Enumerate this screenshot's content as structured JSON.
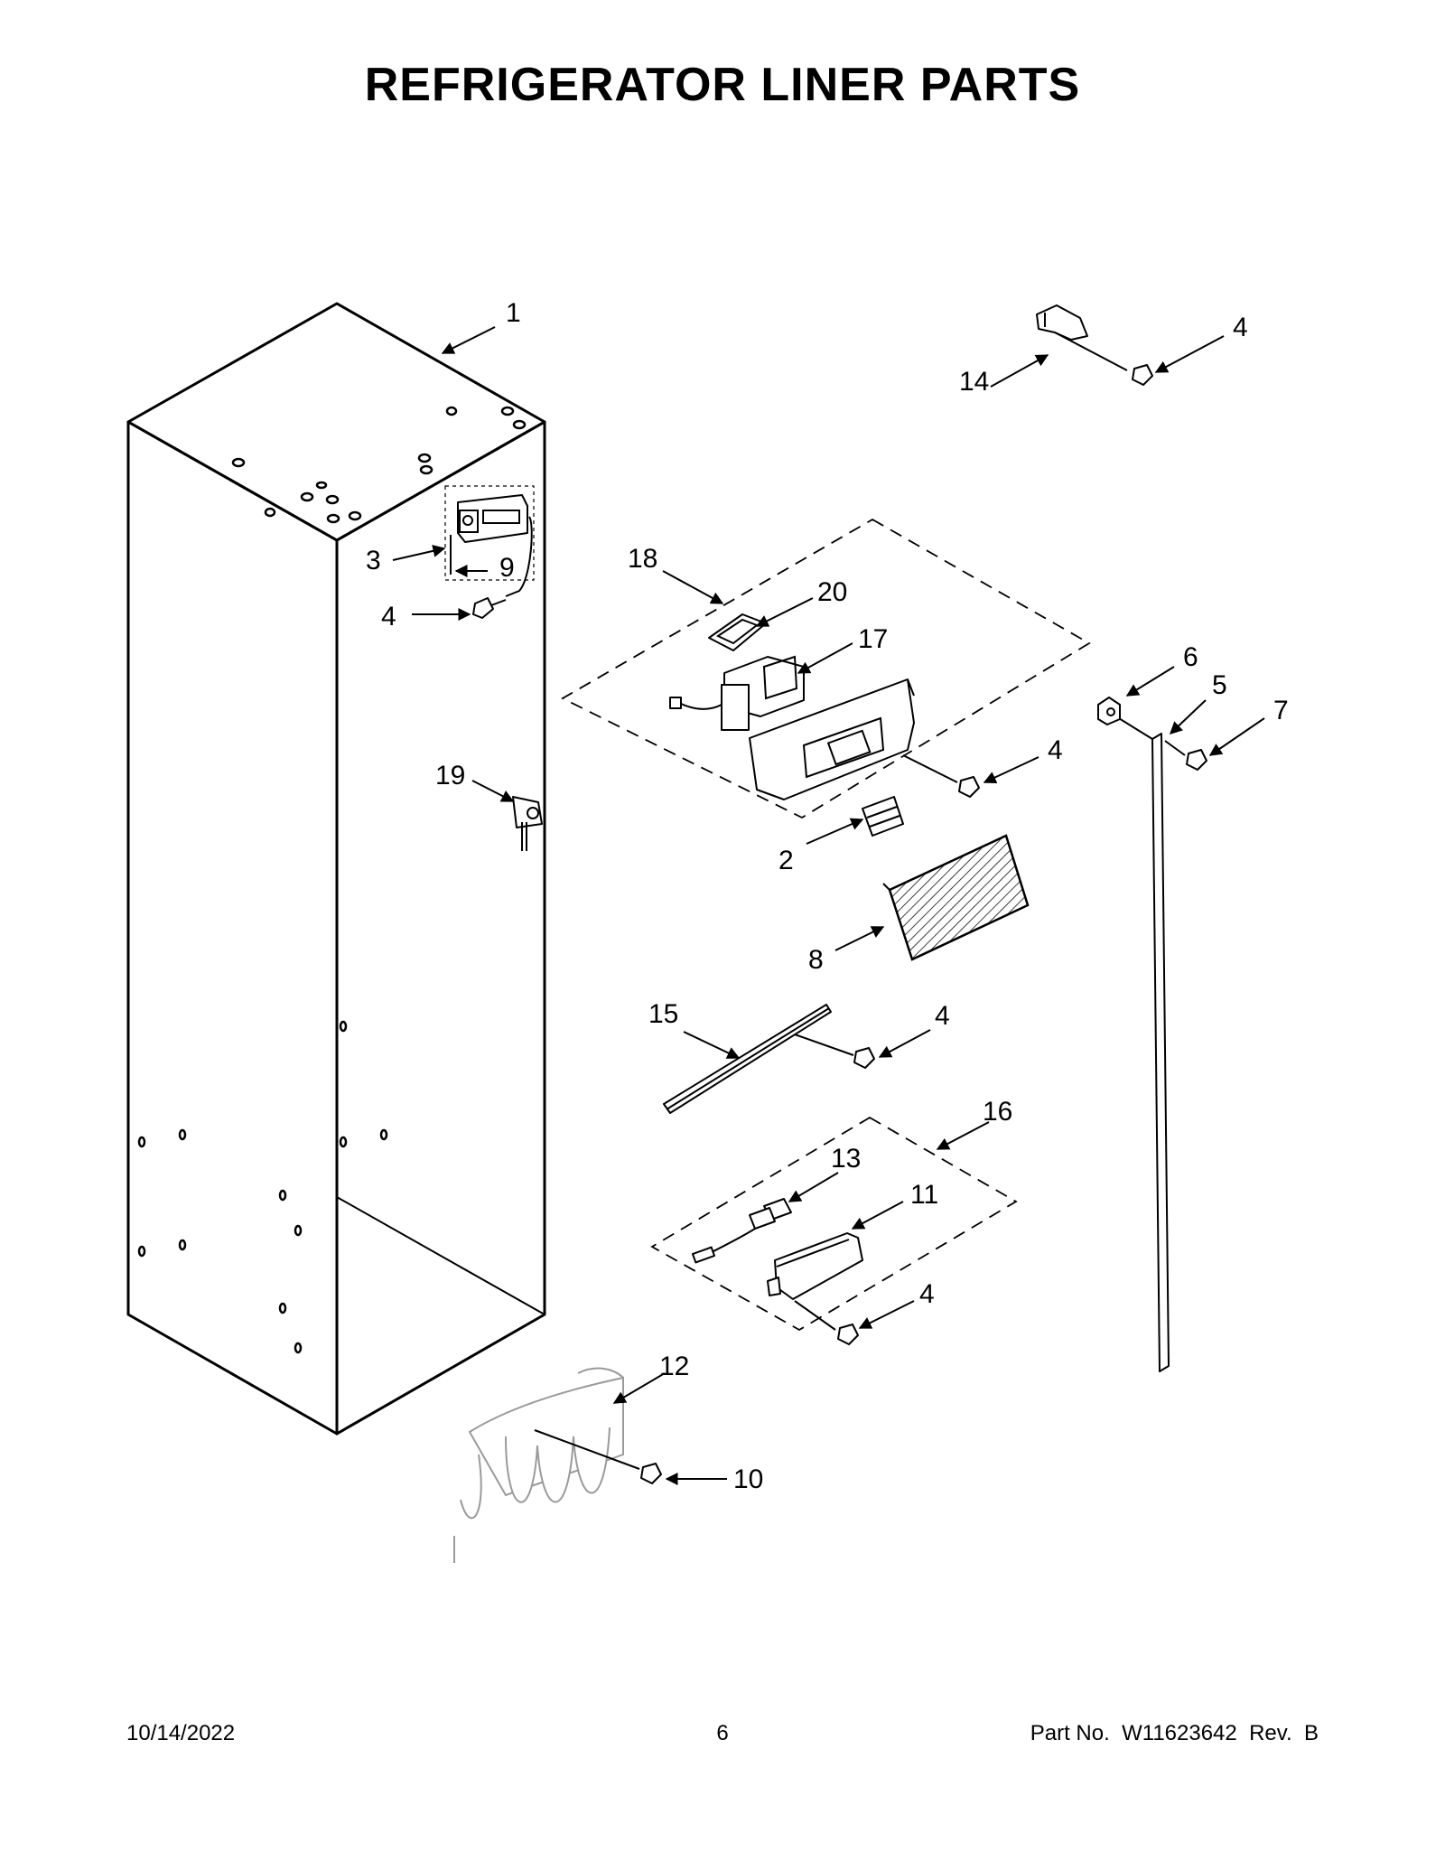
{
  "title": "REFRIGERATOR LINER PARTS",
  "footer": {
    "date": "10/14/2022",
    "page": "6",
    "part_number": "Part No.  W11623642  Rev.  B"
  },
  "callouts": {
    "c1": "1",
    "c2": "2",
    "c3": "3",
    "c4a": "4",
    "c4b": "4",
    "c4c": "4",
    "c4d": "4",
    "c4e": "4",
    "c5": "5",
    "c6": "6",
    "c7": "7",
    "c8": "8",
    "c9": "9",
    "c10": "10",
    "c11": "11",
    "c12": "12",
    "c13": "13",
    "c14": "14",
    "c15": "15",
    "c16": "16",
    "c17": "17",
    "c18": "18",
    "c19": "19",
    "c20": "20"
  }
}
